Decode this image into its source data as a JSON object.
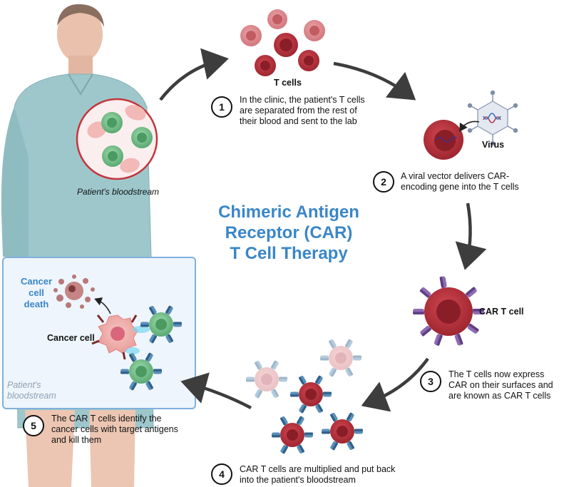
{
  "title": {
    "line1": "Chimeric Antigen",
    "line2": "Receptor (CAR)",
    "line3": "T Cell Therapy"
  },
  "labels": {
    "t_cells": "T cells",
    "virus": "Virus",
    "car_t_cell": "CAR T cell",
    "cancer_cell": "Cancer cell",
    "cancer_cell_death": "Cancer cell death",
    "patient_bloodstream_top": "Patient's bloodstream",
    "patient_bloodstream_inset": "Patient's bloodstream"
  },
  "steps": [
    {
      "number": "1",
      "text": "In the clinic, the patient's T cells are separated from the rest of their blood and sent to the lab"
    },
    {
      "number": "2",
      "text": "A viral vector delivers CAR-encoding gene into the T cells"
    },
    {
      "number": "3",
      "text": "The T cells now express CAR on their surfaces and are known as CAR T cells"
    },
    {
      "number": "4",
      "text": "CAR T cells are multiplied and put back into the patient's bloodstream"
    },
    {
      "number": "5",
      "text": "The CAR T cells identify the cancer cells with target antigens and kill them"
    }
  ],
  "colors": {
    "title": "#3a86c8",
    "t_cell_red": "#b5303a",
    "t_cell_light": "#d98a8e",
    "green_cell": "#6fbf86",
    "arrow": "#3d3d3d",
    "inset_border": "#7fb0dc",
    "inset_bg": "#eef5fc",
    "gown": "#9ec7cc",
    "skin": "#efcab7"
  }
}
